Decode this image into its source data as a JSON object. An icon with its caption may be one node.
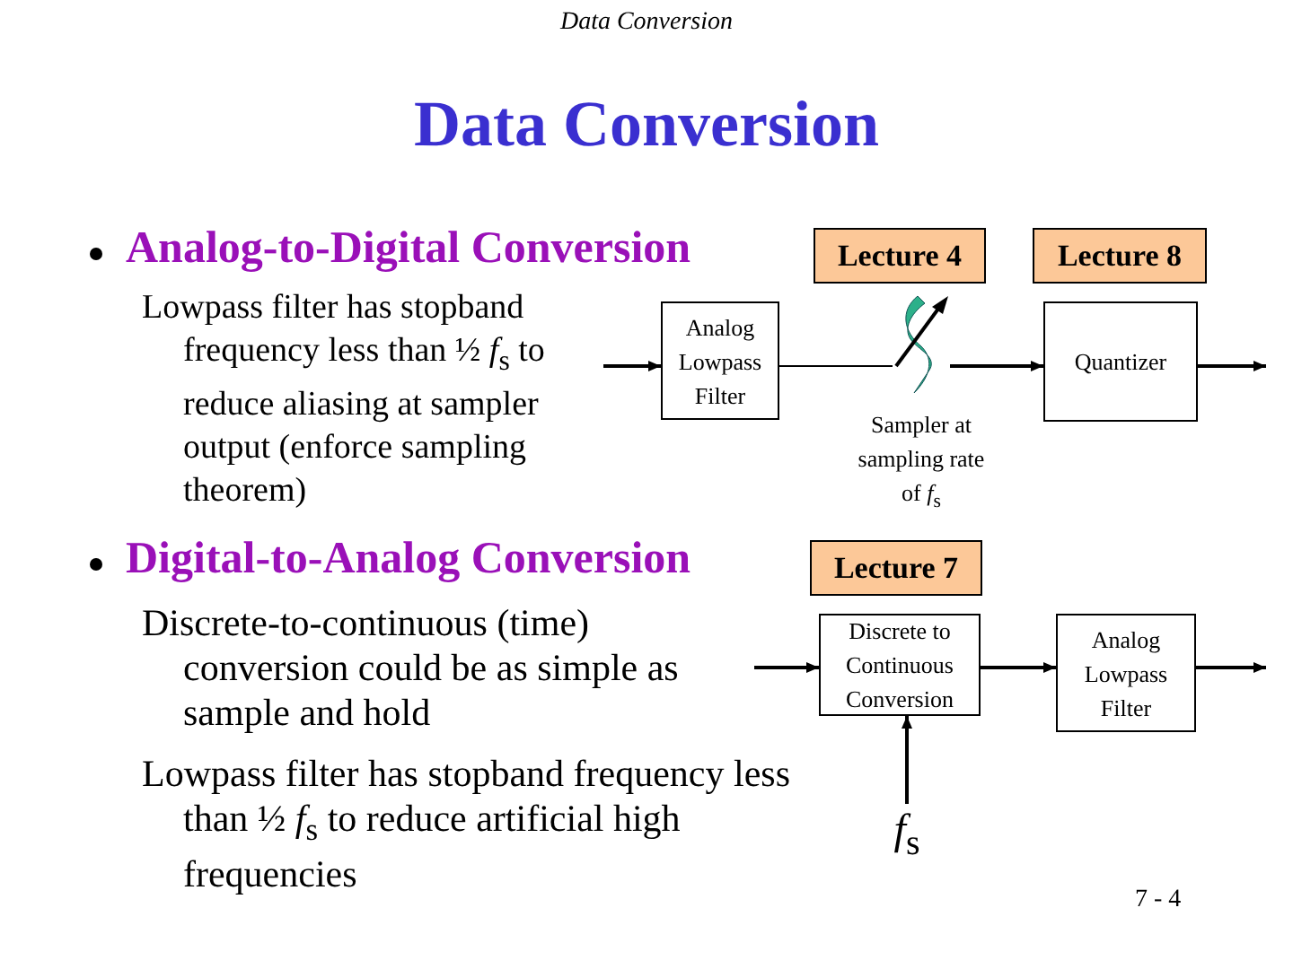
{
  "diagram": {
    "title": "Data Conversion",
    "nodes": [
      {
        "text": [
          "Lecture 4"
        ]
      },
      {
        "text": [
          "Lecture 8"
        ]
      },
      {
        "text": [
          "Analog Lowpass Filter"
        ]
      },
      {
        "text": [],
        "shape": "switch",
        "beside": [
          "Sampler at sampling rate of *f*$_{s}$"
        ]
      },
      {
        "text": [
          "Quantizer"
        ]
      },
      {
        "text": [
          "Lecture 7"
        ]
      },
      {
        "text": [
          "Discrete to Continuous Conversion"
        ]
      },
      {
        "text": [
          "Analog Lowpass Filter"
        ]
      },
      {
        "text": [
          "*f*$_{s}$"
        ]
      }
    ],
    "edges": [
      {
        "from": null,
        "to": 2,
        "arrow": "to"
      },
      {
        "from": 2,
        "to": 3,
        "arrow": "none"
      },
      {
        "from": 3,
        "to": 4,
        "arrow": "to"
      },
      {
        "from": 4,
        "to": null,
        "arrow": "to"
      },
      {
        "from": null,
        "to": 6,
        "arrow": "to"
      },
      {
        "from": 6,
        "to": 7,
        "arrow": "to"
      },
      {
        "from": 7,
        "to": null,
        "arrow": "to"
      },
      {
        "from": 8,
        "to": 6,
        "arrow": "to"
      }
    ],
    "labels": [
      "Data Conversion",
      "Analog-to-Digital Conversion",
      "Lowpass filter has stopband frequency less than ½ *f*$_{s}$ to reduce aliasing at sampler output (enforce sampling theorem)",
      "Digital-to-Analog Conversion",
      "Discrete-to-continuous (time) conversion could be as simple as sample and hold",
      "Lowpass filter has stopband frequency less than ½ *f*$_{s}$ to reduce artificial high frequencies",
      "7 - 4"
    ]
  }
}
